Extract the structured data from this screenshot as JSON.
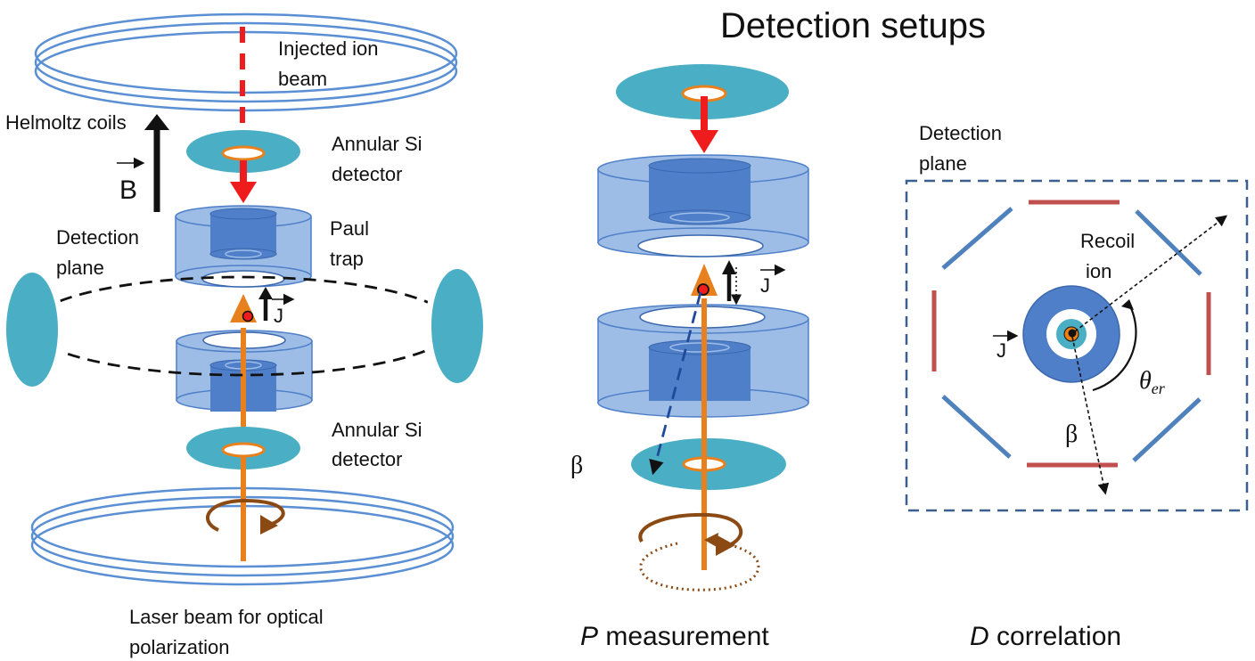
{
  "title": "Detection setups",
  "left": {
    "injected_line1": "Injected ion",
    "injected_line2": "beam",
    "helmoltz": "Helmoltz coils",
    "b_symbol": "B",
    "annular_top_line1": "Annular Si",
    "annular_top_line2": "detector",
    "paul_line1": "Paul",
    "paul_line2": "trap",
    "detection_line1": "Detection",
    "detection_line2": "plane",
    "j_symbol": "J",
    "annular_bottom_line1": "Annular Si",
    "annular_bottom_line2": "detector",
    "laser_line1": "Laser beam for optical",
    "laser_line2": "polarization"
  },
  "middle": {
    "j_symbol": "J",
    "beta_symbol": "β",
    "caption_italic": "P",
    "caption_rest": " measurement"
  },
  "right": {
    "detection_line1": "Detection",
    "detection_line2": "plane",
    "recoil_line1": "Recoil",
    "recoil_line2": "ion",
    "j_symbol": "J",
    "theta_symbol": "θ",
    "theta_sub": "er",
    "beta_symbol": "β",
    "caption_italic": "D",
    "caption_rest": " correlation"
  },
  "colors": {
    "coil": "#5b8fd4",
    "disk": "#4aaec4",
    "trap_light": "#9dbde6",
    "trap_dark": "#4f7fc9",
    "laser": "#e8801e",
    "ion_red": "#ee1c1c",
    "square_dash": "#3d5f8e",
    "seg_red": "#c0504d",
    "seg_blue": "#4f81bd",
    "brown": "#8b4a14"
  }
}
